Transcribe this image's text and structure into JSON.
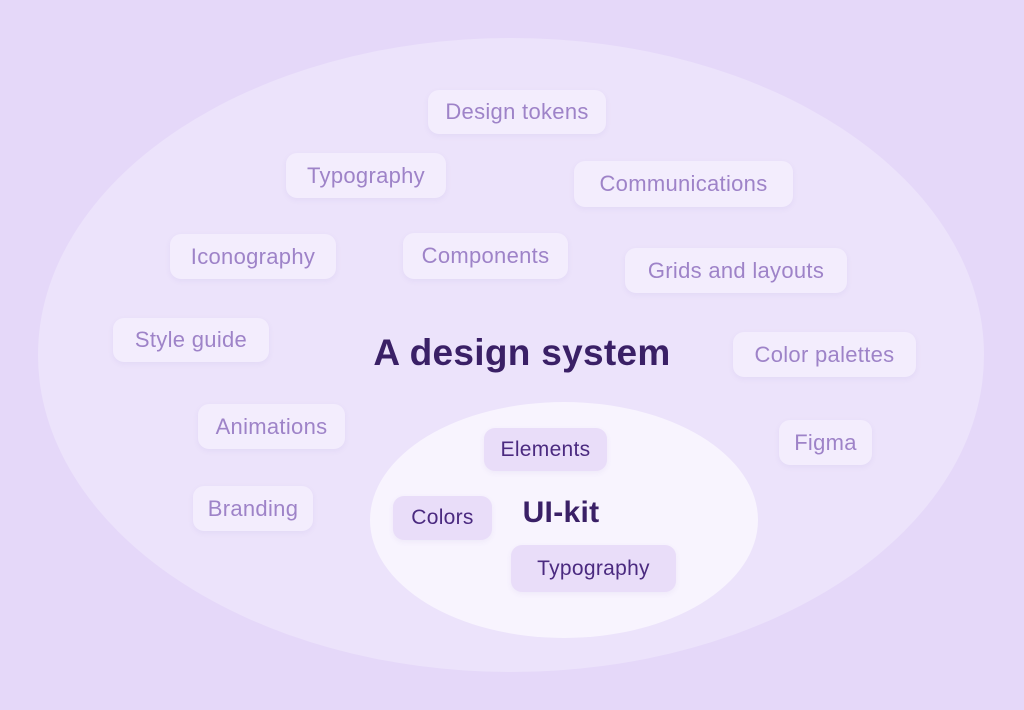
{
  "diagram": {
    "title": "A design system",
    "outer_labels": [
      "Design tokens",
      "Typography",
      "Communications",
      "Iconography",
      "Components",
      "Grids and layouts",
      "Style guide",
      "Color palettes",
      "Animations",
      "Figma",
      "Branding"
    ],
    "inner": {
      "title": "UI-kit",
      "labels": [
        "Elements",
        "Colors",
        "Typography"
      ]
    },
    "colors": {
      "background": "#e5d8f9",
      "outer_ellipse": "#ece3fb",
      "outer_pill_bg": "#f3edfd",
      "outer_pill_text": "#9e83c8",
      "inner_ellipse": "#f8f4fe",
      "inner_pill_bg": "#e9ddf9",
      "inner_pill_text": "#4b2a80",
      "title_text": "#3a2066"
    }
  }
}
